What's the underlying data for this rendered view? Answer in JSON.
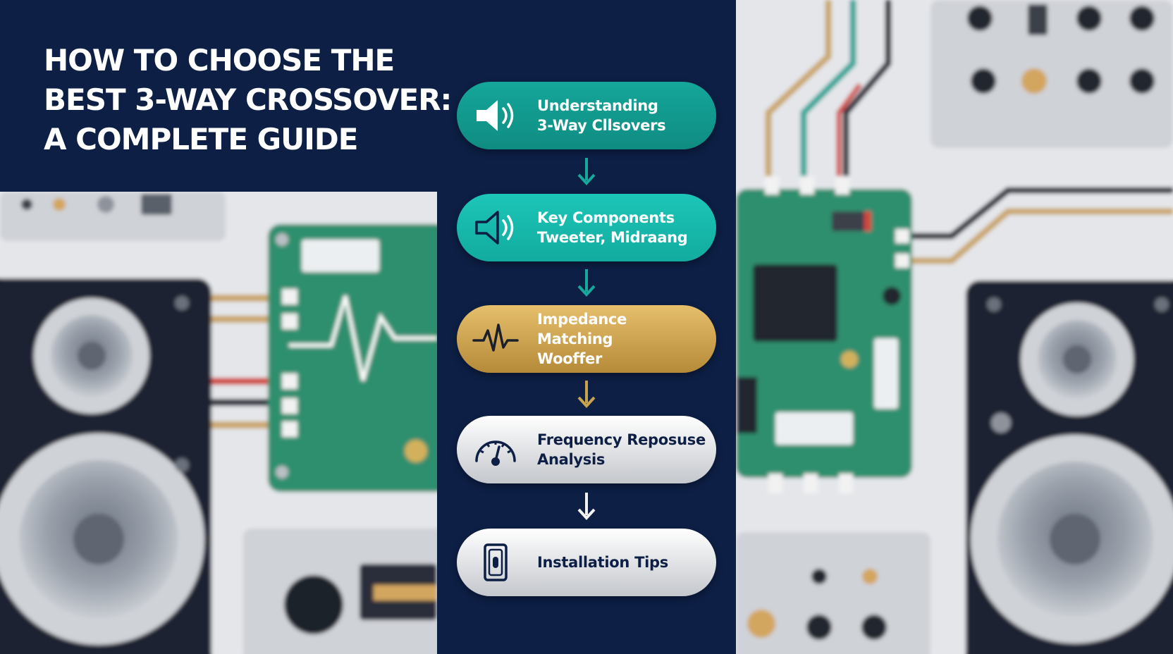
{
  "title": {
    "line1": "HOW TO CHOOSE THE",
    "line2": "BEST 3-WAY CROSSOVER:",
    "line3": "A COMPLETE GUIDE"
  },
  "steps": [
    {
      "line1": "Understanding",
      "line2": "3-Way Cllsovers",
      "icon": "speaker-icon",
      "color": "#12998e"
    },
    {
      "line1": "Key Components",
      "line2": "Tweeter, Midraang",
      "icon": "speaker-icon",
      "color": "#17b8ab"
    },
    {
      "line1": "Impedance Matching",
      "line2": "Wooffer",
      "icon": "waveform-icon",
      "color": "#c9a24f"
    },
    {
      "line1": "Frequency Reposuse",
      "line2": "Analysis",
      "icon": "gauge-icon",
      "color": "#e2e4e7"
    },
    {
      "line1": "Installation Tips",
      "line2": "",
      "icon": "device-icon",
      "color": "#e2e4e7"
    }
  ],
  "colors": {
    "navy": "#0d1f45",
    "teal_dark": "#12998e",
    "teal_light": "#17b8ab",
    "gold": "#c9a24f",
    "silver": "#e2e4e7",
    "arrow_teal": "#17a89c",
    "arrow_gold": "#c9a24f",
    "arrow_white": "#f2f2f2"
  }
}
